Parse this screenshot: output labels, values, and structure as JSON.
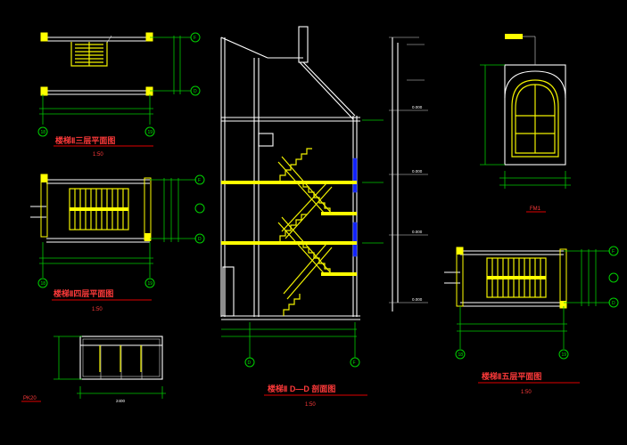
{
  "drawing": {
    "titles": {
      "plan_top": "楼梯Ⅱ三层平面图",
      "plan_top_scale": "1:50",
      "plan_mid": "楼梯Ⅱ四层平面图",
      "plan_mid_scale": "1:50",
      "section": "楼梯Ⅱ D—D 剖面图",
      "section_scale": "1:50",
      "plan_right": "楼梯Ⅱ五层平面图",
      "plan_right_scale": "1:50",
      "window": "PK20",
      "door": "FM1"
    },
    "axis_labels": {
      "ax_18": "18",
      "ax_19": "19",
      "ax_d1": "D",
      "ax_f1": "F",
      "ax_18b": "18",
      "ax_19b": "19",
      "ax_d2": "D",
      "ax_f2": "F",
      "ax_18c": "18",
      "ax_19c": "19",
      "ax_d3": "D",
      "ax_f3": "F",
      "ax_sec_l": "D",
      "ax_sec_r": "F"
    }
  }
}
